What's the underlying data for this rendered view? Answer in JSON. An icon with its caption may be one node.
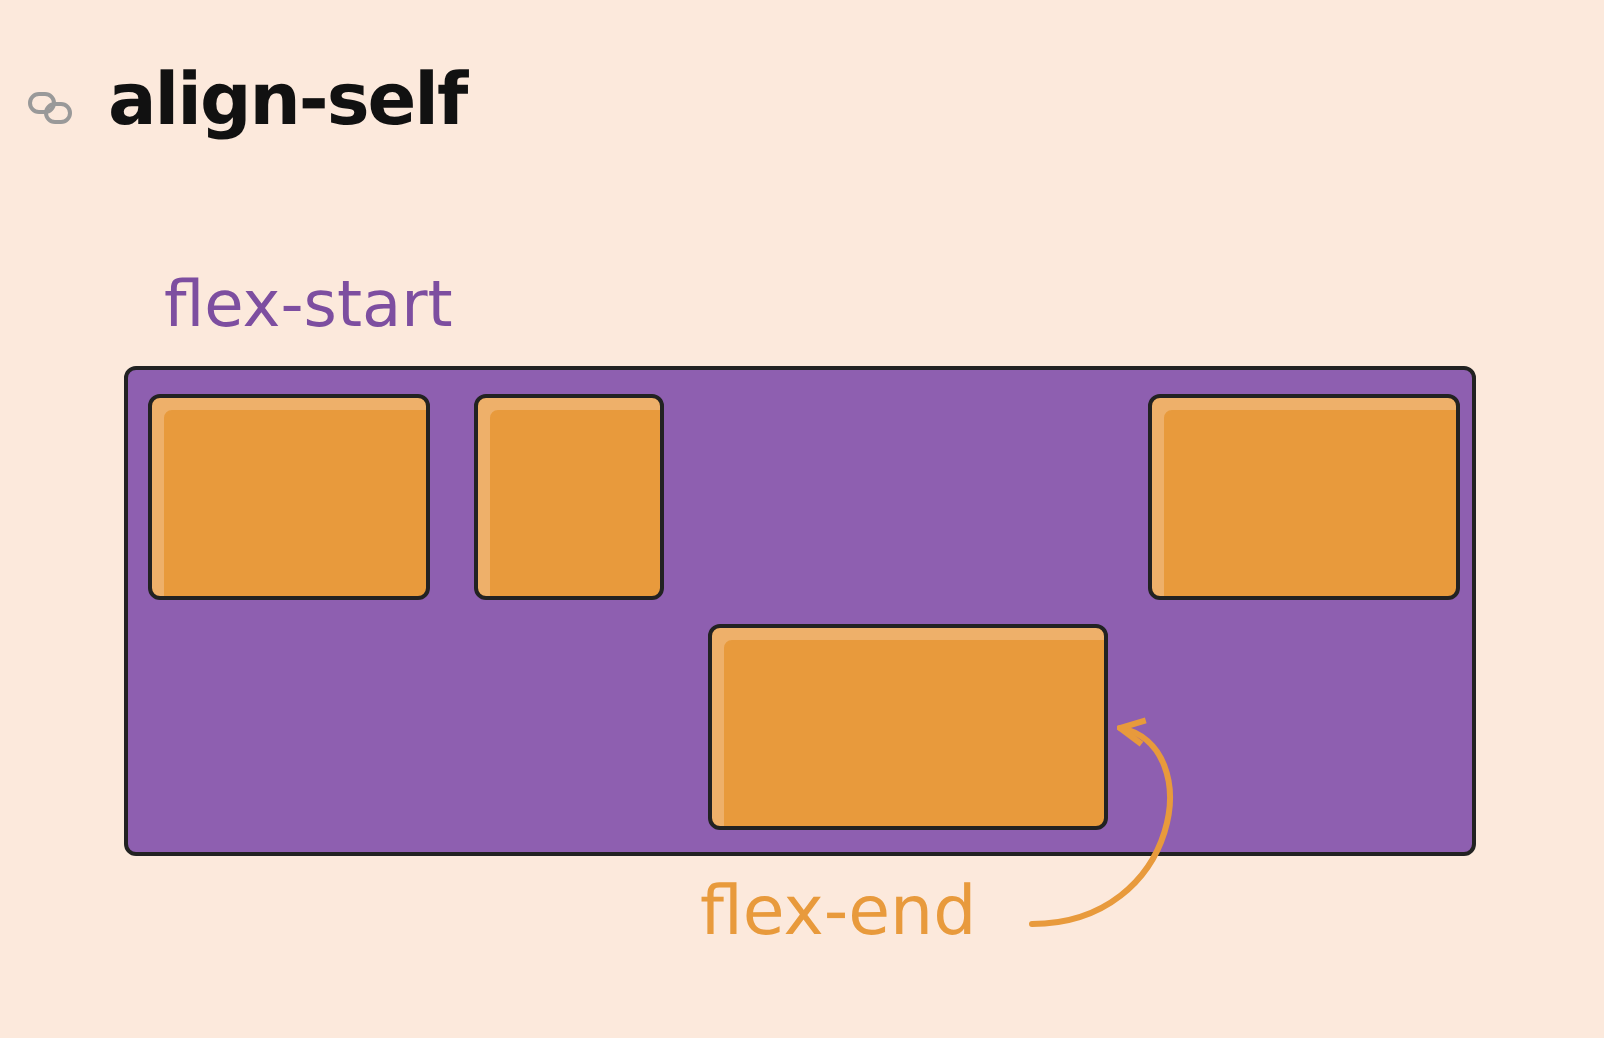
{
  "diagram": {
    "title": "align-self",
    "nodes": [
      {
        "text": [
          "flex-start"
        ]
      },
      {
        "text": [],
        "shape": "box",
        "in": 0
      },
      {
        "text": [],
        "shape": "box",
        "in": 0
      },
      {
        "text": [],
        "shape": "box",
        "in": 0
      },
      {
        "text": [],
        "shape": "box",
        "in": 0
      },
      {
        "text": [
          "flex-end"
        ]
      }
    ],
    "edges": [
      {
        "from": 5,
        "to": 3,
        "arrow": "to",
        "color": "#e89a3c"
      }
    ]
  }
}
